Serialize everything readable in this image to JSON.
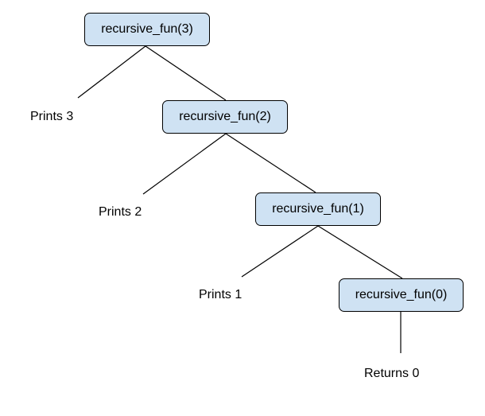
{
  "nodes": {
    "n3": "recursive_fun(3)",
    "n2": "recursive_fun(2)",
    "n1": "recursive_fun(1)",
    "n0": "recursive_fun(0)"
  },
  "labels": {
    "print3": "Prints 3",
    "print2": "Prints 2",
    "print1": "Prints 1",
    "return0": "Returns 0"
  },
  "colors": {
    "node_fill": "#cfe2f3",
    "stroke": "#000000"
  }
}
